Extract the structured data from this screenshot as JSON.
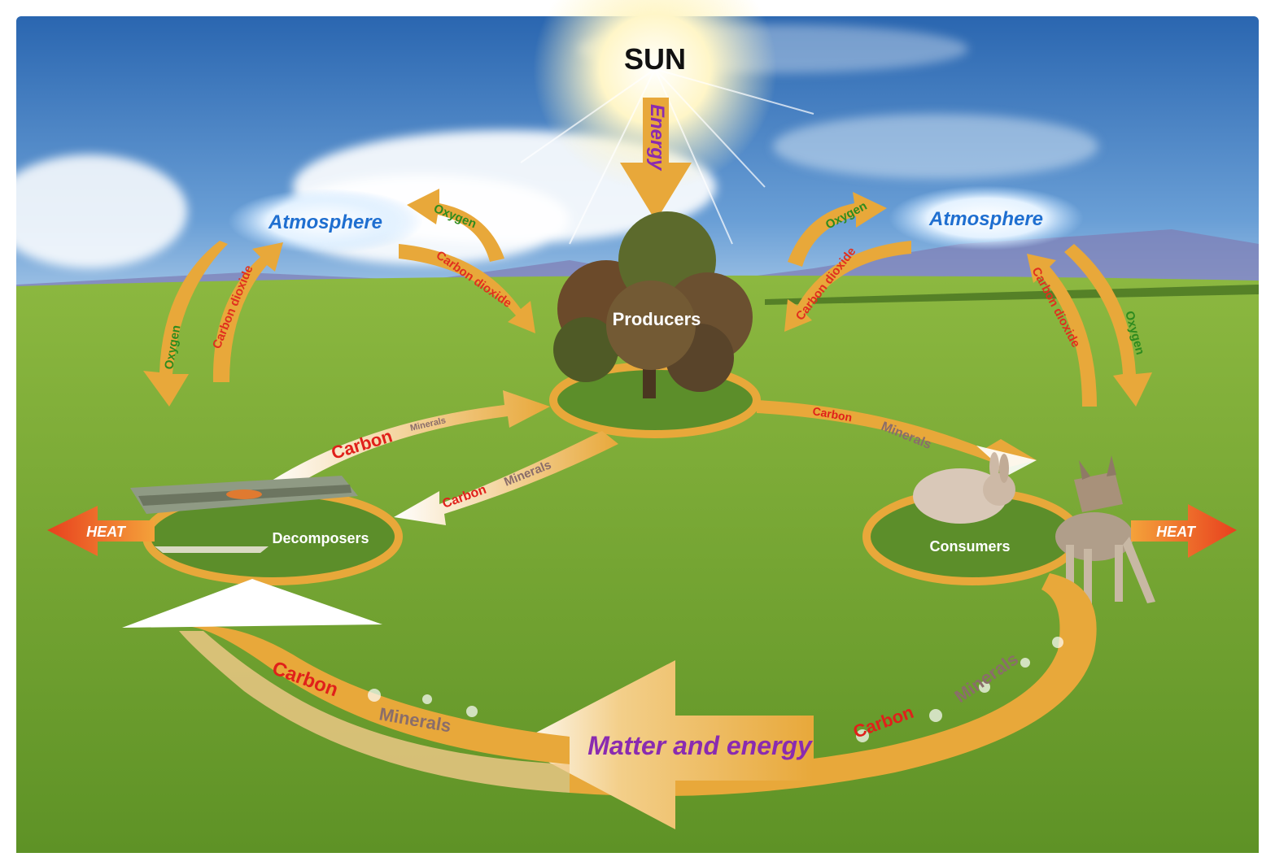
{
  "labels": {
    "sun": "SUN",
    "energy": "Energy",
    "atmosphere_left": "Atmosphere",
    "atmosphere_right": "Atmosphere",
    "producers": "Producers",
    "decomposers": "Decomposers",
    "consumers": "Consumers",
    "heat_left": "HEAT",
    "heat_right": "HEAT",
    "matter_energy": "Matter and energy"
  },
  "flows": {
    "oxygen": "Oxygen",
    "carbon_dioxide": "Carbon dioxide",
    "carbon": "Carbon",
    "minerals": "Minerals"
  },
  "colors": {
    "sky_top": "#2f6fb8",
    "sky_bottom": "#8fb8e0",
    "grass": "#6c9a2c",
    "grass_light": "#9cc24a",
    "arrow": "#e8a83a",
    "arrow_light": "#f7d898",
    "oxygen_text": "#2e8b1e",
    "co2_text": "#e0301e",
    "carbon_text": "#e0201a",
    "minerals_text": "#8a6d6a",
    "atmosphere_text": "#1f6fd0",
    "energy_text": "#8a2bb0",
    "heat": "#e8501e"
  }
}
